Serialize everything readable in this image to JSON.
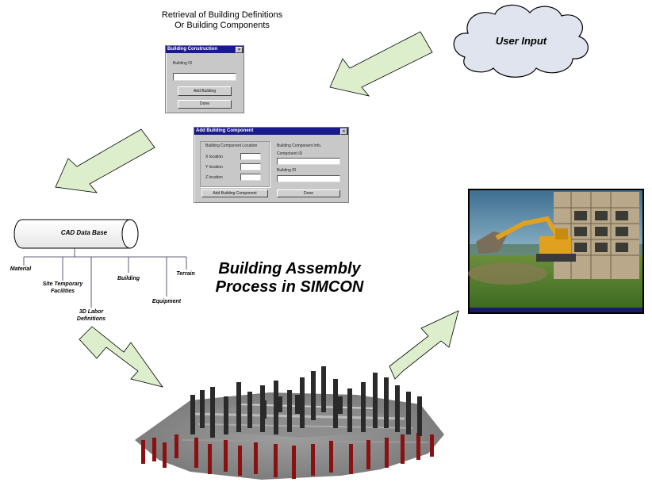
{
  "caption": {
    "line1": "Retrieval of Building Definitions",
    "line2": "Or Building Components"
  },
  "user_input": "User Input",
  "dialog_building_construction": {
    "title": "Building Construction",
    "close": "×",
    "building_id_label": "Building ID",
    "add_button": "Add Building",
    "done_button": "Done"
  },
  "dialog_add_component": {
    "title": "Add Building Component",
    "close": "×",
    "location_group": "Building Component Location",
    "info_group": "Building Component Info.",
    "x_label": "X location",
    "y_label": "Y location",
    "z_label": "Z location",
    "component_id_label": "Component ID",
    "building_id_label": "Building ID",
    "add_button": "Add Building Component",
    "done_button": "Done"
  },
  "database": {
    "title": "CAD Data Base",
    "children": [
      "Material",
      "Site Temporary Facilities",
      "3D Labor Definitions",
      "Building",
      "Equipment",
      "Terrain"
    ]
  },
  "main_title": {
    "line1": "Building Assembly",
    "line2": "Process in SIMCON"
  },
  "colors": {
    "arrow_fill": "#ddeecc",
    "dialog_title_bar": "#1a1a8a",
    "column_red": "#8b1010",
    "column_dark": "#2a2a2a",
    "sky": "#5a8aa8",
    "ground": "#4f7a2e",
    "excavator": "#e0a020"
  },
  "icons": {
    "cloud": "cloud-shape",
    "cylinder": "database-cylinder",
    "arrows": "block-arrow"
  }
}
